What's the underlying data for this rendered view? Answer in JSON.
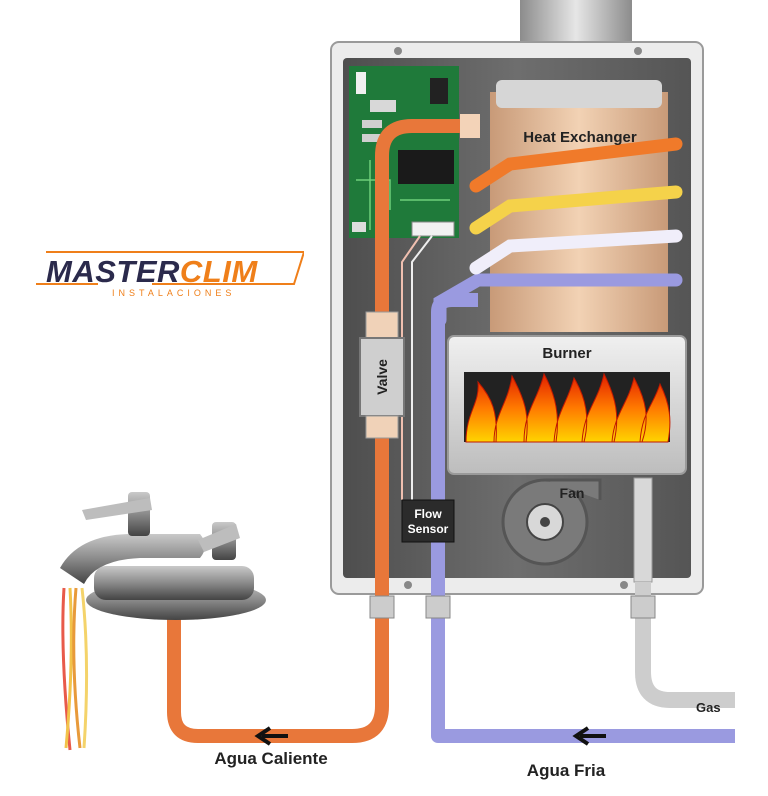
{
  "logo": {
    "name_part1": "MASTER",
    "name_part2": "CLIM",
    "tagline": "INSTALACIONES"
  },
  "labels": {
    "heat_exchanger": "Heat Exchanger",
    "burner": "Burner",
    "valve": "Valve",
    "fan": "Fan",
    "flow_sensor_line1": "Flow",
    "flow_sensor_line2": "Sensor",
    "gas": "Gas",
    "hot_water": "Agua Caliente",
    "cold_water": "Agua Fria"
  },
  "colors": {
    "hot_pipe": "#e8773a",
    "cold_pipe": "#9a9ae0",
    "gas_pipe": "#d8d8d8",
    "cabinet": "#5f5f5f",
    "brand_dark": "#2b2a4c",
    "brand_orange": "#ef7f1a"
  }
}
